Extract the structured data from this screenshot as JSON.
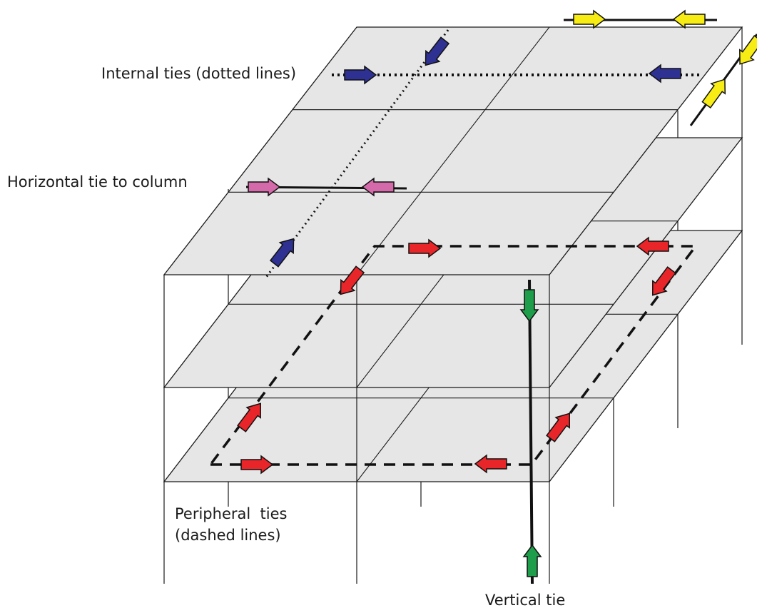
{
  "labels": {
    "internal_ties": "Internal ties (dotted lines)",
    "horizontal_tie": "Horizontal tie to column",
    "peripheral_ties": "Peripheral  ties\n(dashed lines)",
    "vertical_tie": "Vertical tie"
  },
  "colors": {
    "slab_fill": "#e6e6e6",
    "frame_line": "#1a1a1a",
    "internal_tie_arrow": "#2e3192",
    "horizontal_tie_arrow": "#d46aaa",
    "peripheral_tie_arrow": "#e8262a",
    "vertical_tie_arrow": "#1e9e4a",
    "corner_tie_arrow": "#f7ec13"
  },
  "icons": {
    "tie_force": "arrow-icon",
    "tie_line_types": [
      "dotted-line",
      "solid-line",
      "dashed-line"
    ]
  }
}
